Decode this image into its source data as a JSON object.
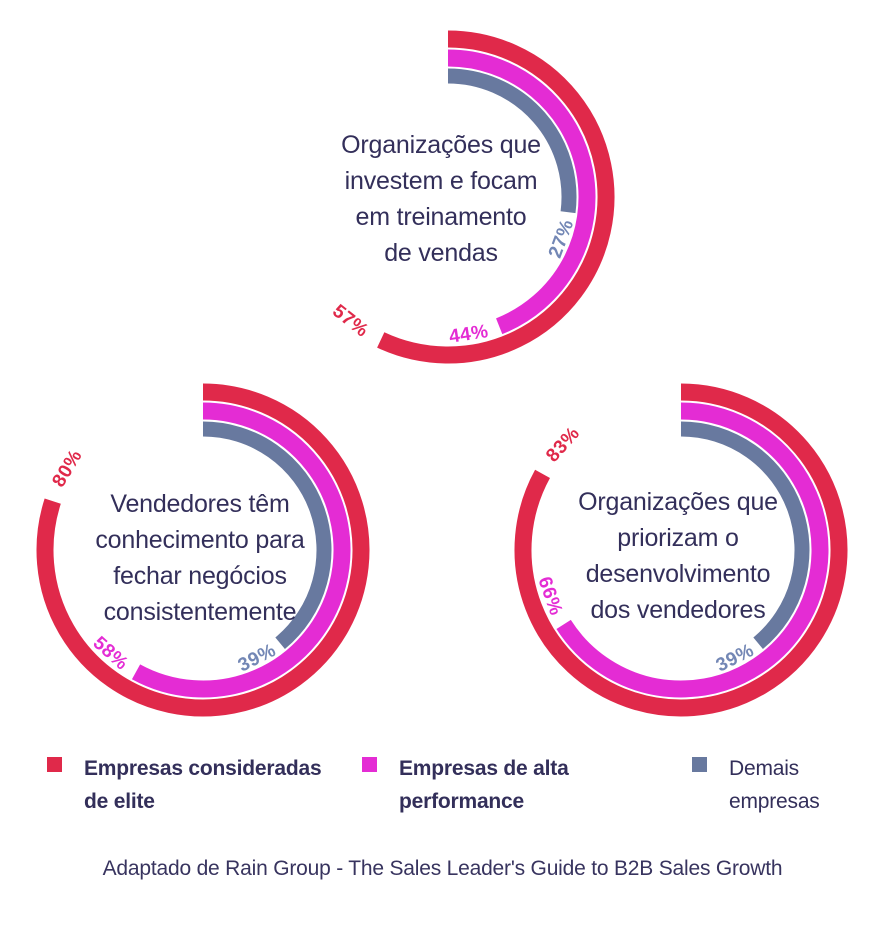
{
  "colors": {
    "elite": "#e0294a",
    "alta": "#e42cd4",
    "demais": "#68799f",
    "demais_label": "#7387b5",
    "text_navy": "#332f5a",
    "background": "#ffffff"
  },
  "chart_data": [
    {
      "type": "donut",
      "subtype": "multi-ring-gauge",
      "start_angle": "top",
      "direction": "clockwise",
      "title": "Organizações que investem e focam em treinamento de vendas",
      "title_lines": [
        "Organizações que",
        "investem e focam",
        "em treinamento",
        "de vendas"
      ],
      "unit": "%",
      "series": [
        {
          "name": "Empresas consideradas de elite",
          "value": 57,
          "label": "57%",
          "color_key": "elite"
        },
        {
          "name": "Empresas de alta performance",
          "value": 44,
          "label": "44%",
          "color_key": "alta"
        },
        {
          "name": "Demais empresas",
          "value": 27,
          "label": "27%",
          "color_key": "demais"
        }
      ]
    },
    {
      "type": "donut",
      "subtype": "multi-ring-gauge",
      "start_angle": "top",
      "direction": "clockwise",
      "title": "Vendedores têm conhecimento para fechar negócios consistentemente",
      "title_lines": [
        "Vendedores têm",
        "conhecimento para",
        "fechar negócios",
        "consistentemente"
      ],
      "unit": "%",
      "series": [
        {
          "name": "Empresas consideradas de elite",
          "value": 80,
          "label": "80%",
          "color_key": "elite"
        },
        {
          "name": "Empresas de alta performance",
          "value": 58,
          "label": "58%",
          "color_key": "alta"
        },
        {
          "name": "Demais empresas",
          "value": 39,
          "label": "39%",
          "color_key": "demais"
        }
      ]
    },
    {
      "type": "donut",
      "subtype": "multi-ring-gauge",
      "start_angle": "top",
      "direction": "clockwise",
      "title": "Organizações que priorizam o desenvolvimento dos vendedores",
      "title_lines": [
        "Organizações que",
        "priorizam o",
        "desenvolvimento",
        "dos vendedores"
      ],
      "unit": "%",
      "series": [
        {
          "name": "Empresas consideradas de elite",
          "value": 83,
          "label": "83%",
          "color_key": "elite"
        },
        {
          "name": "Empresas de alta performance",
          "value": 66,
          "label": "66%",
          "color_key": "alta"
        },
        {
          "name": "Demais empresas",
          "value": 39,
          "label": "39%",
          "color_key": "demais"
        }
      ]
    }
  ],
  "legend": {
    "position": "bottom",
    "items": [
      {
        "color_key": "elite",
        "bold": true,
        "line1": "Empresas consideradas",
        "line2": "de elite"
      },
      {
        "color_key": "alta",
        "bold": true,
        "line1": "Empresas de alta",
        "line2": "performance"
      },
      {
        "color_key": "demais",
        "bold": false,
        "line1": "Demais",
        "line2": "empresas"
      }
    ]
  },
  "footer": {
    "text": "Adaptado de Rain Group - The Sales Leader's Guide to B2B Sales Growth"
  }
}
